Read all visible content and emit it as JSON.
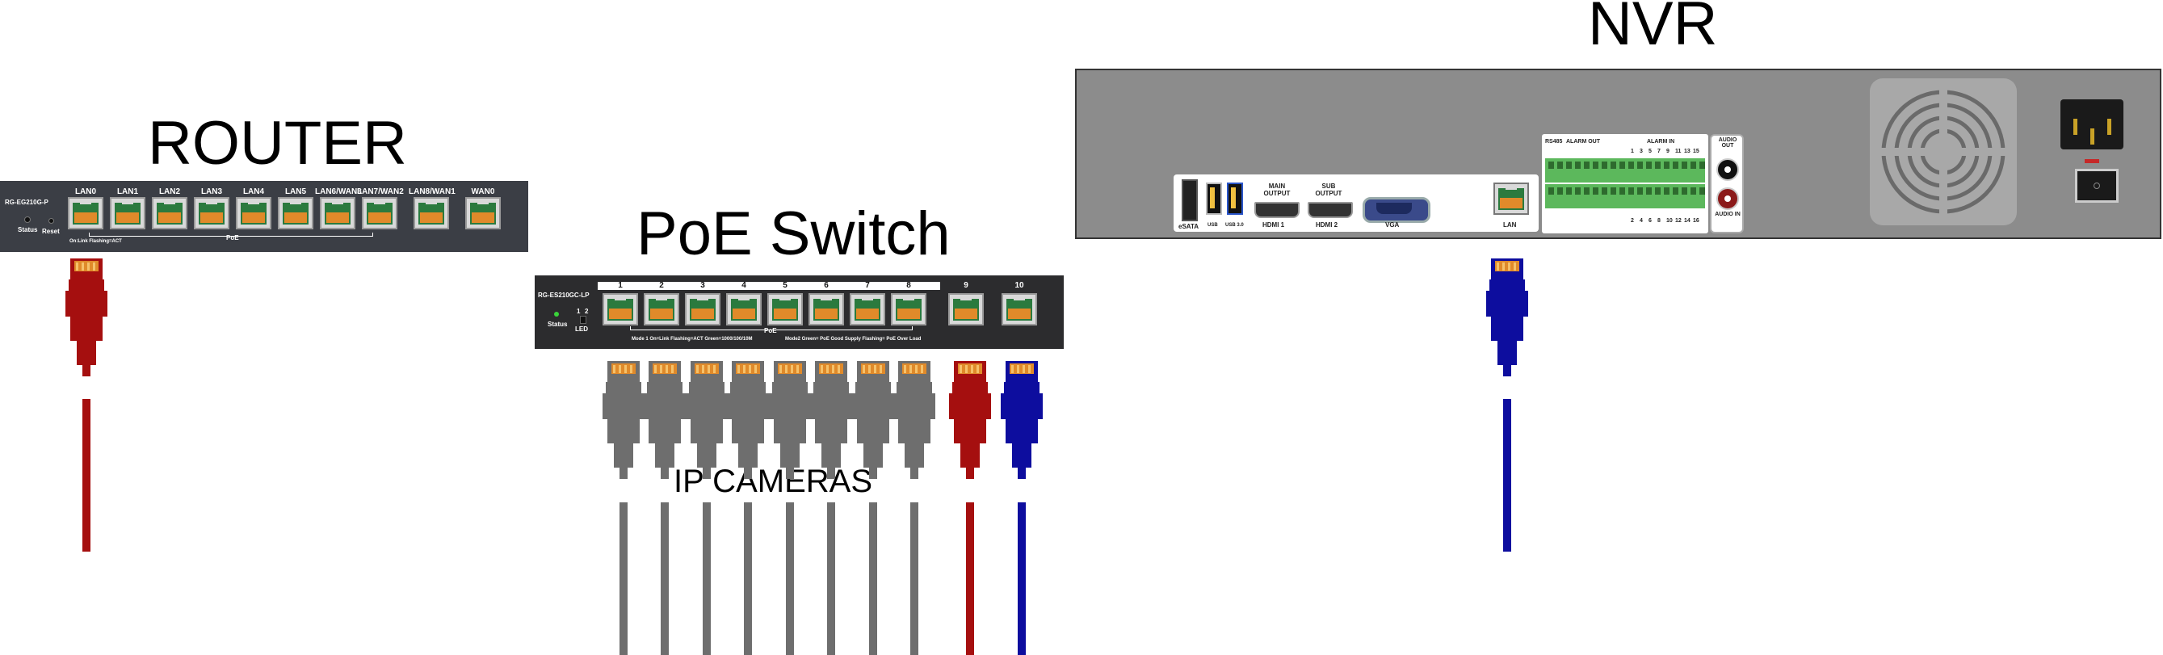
{
  "titles": {
    "router": "ROUTER",
    "poe_switch": "PoE Switch",
    "nvr": "NVR",
    "ip_cameras": "IP CAMERAS"
  },
  "router": {
    "model": "RG-EG210G-P",
    "status_label": "Status",
    "reset_label": "Reset",
    "footer_label": "On:Link Flashing=ACT",
    "poe_label": "PoE",
    "ports": [
      "LAN0",
      "LAN1",
      "LAN2",
      "LAN3",
      "LAN4",
      "LAN5",
      "LAN6/WAN3",
      "LAN7/WAN2",
      "LAN8/WAN1",
      "WAN0"
    ]
  },
  "switch": {
    "model": "RG-ES210GC-LP",
    "status_label": "Status",
    "led_label": "LED",
    "led_numbers": [
      "1",
      "2"
    ],
    "poe_label": "PoE",
    "mode1_label": "Mode 1  On=Link Flashing=ACT   Green=1000/100/10M",
    "mode2_label": "Mode2  Green= PoE Good Supply Flashing= PoE Over Load",
    "ports": [
      "1",
      "2",
      "3",
      "4",
      "5",
      "6",
      "7",
      "8",
      "9",
      "10"
    ]
  },
  "nvr": {
    "esata_label": "eSATA",
    "usb_label": "USB",
    "usb3_label": "USB 3.0",
    "main_output_label": "MAIN OUTPUT",
    "sub_output_label": "SUB OUTPUT",
    "hdmi1_label": "HDMI 1",
    "hdmi2_label": "HDMI 2",
    "vga_label": "VGA",
    "lan_label": "LAN",
    "rs485_label": "RS485",
    "alarm_out_label": "ALARM OUT",
    "alarm_in_label": "ALARM IN",
    "audio_out_label": "AUDIO OUT",
    "audio_in_label": "AUDIO IN",
    "alarm_in_top_numbers": [
      "1",
      "3",
      "5",
      "7",
      "9",
      "11",
      "13",
      "15"
    ],
    "alarm_in_bottom_numbers": [
      "2",
      "4",
      "6",
      "8",
      "10",
      "12",
      "14",
      "16"
    ]
  },
  "colors": {
    "device_dark": "#3b3e45",
    "nvr_body": "#8c8c8c",
    "cable_red": "#a50f0f",
    "cable_blue": "#0d0d9e",
    "cable_gray": "#6e6e6e",
    "terminal_green": "#5cb85c",
    "port_green": "#2b7a3e",
    "port_orange": "#e08a2a"
  }
}
